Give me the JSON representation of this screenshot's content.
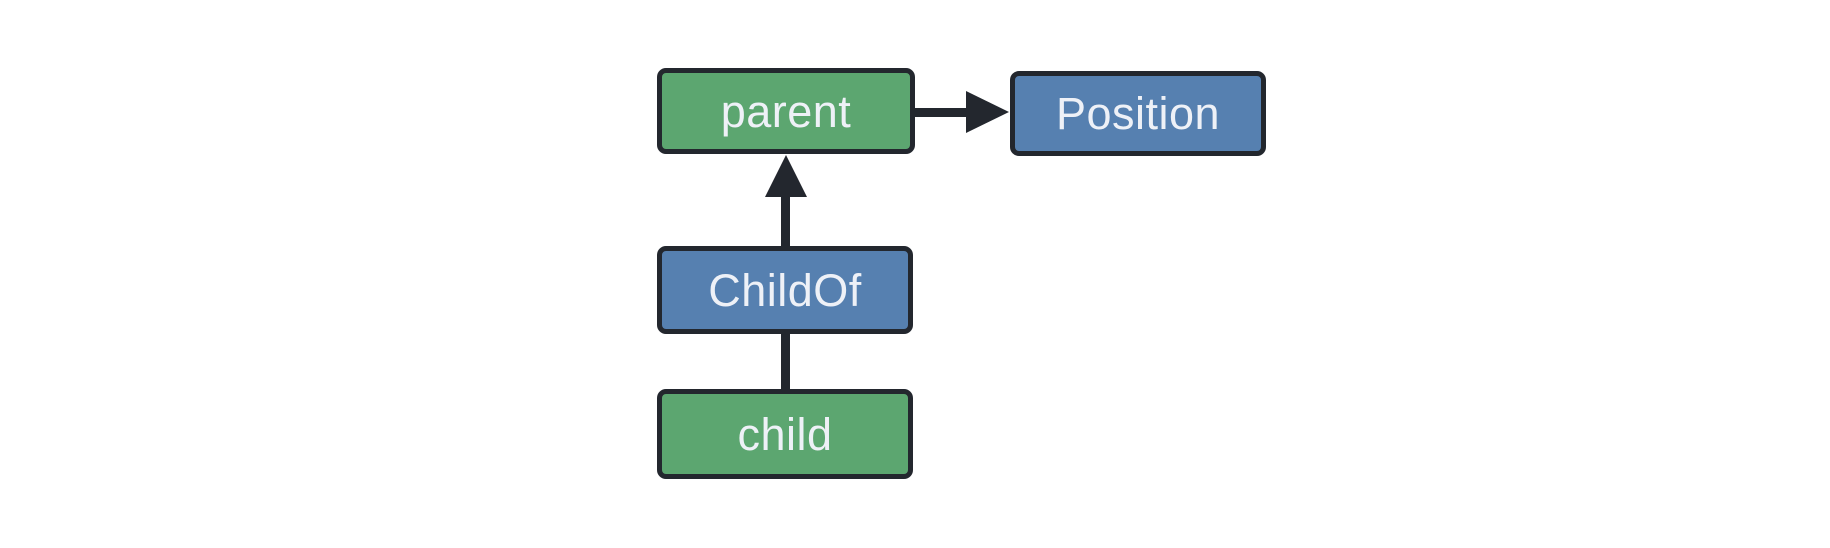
{
  "diagram": {
    "background": "#ffffff",
    "colors": {
      "entity_fill": "#5ca670",
      "component_fill": "#5680b0",
      "border": "#23272e",
      "arrow": "#23272e",
      "text": "#eef1f7",
      "background": "#ffffff"
    },
    "nodes": [
      {
        "id": "parent",
        "label": "parent",
        "type": "entity",
        "fill": "green"
      },
      {
        "id": "Position",
        "label": "Position",
        "type": "component",
        "fill": "blue"
      },
      {
        "id": "ChildOf",
        "label": "ChildOf",
        "type": "relationship",
        "fill": "blue"
      },
      {
        "id": "child",
        "label": "child",
        "type": "entity",
        "fill": "green"
      }
    ],
    "edges": [
      {
        "from": "parent",
        "to": "Position",
        "kind": "arrow",
        "direction": "right",
        "head": "filled-triangle"
      },
      {
        "from": "ChildOf",
        "to": "parent",
        "kind": "arrow",
        "direction": "up",
        "head": "filled-triangle"
      },
      {
        "from": "child",
        "to": "ChildOf",
        "kind": "line",
        "direction": "up",
        "head": "none"
      }
    ]
  }
}
